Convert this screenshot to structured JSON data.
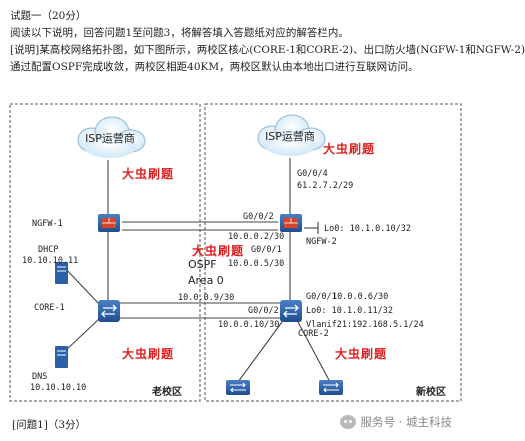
{
  "header": {
    "line1": "试题一（20分）",
    "line2": "阅读以下说明，回答问题1至问题3，将解答填入答题纸对应的解答栏内。",
    "line3": "[说明]某高校网络拓扑图，如下图所示，两校区核心(CORE-1和CORE-2)、出口防火墙(NGFW-1和NGFW-2)",
    "line4": "通过配置OSPF完成收敛，两校区相距40KM，两校区默认由本地出口进行互联网访问。"
  },
  "diagram": {
    "left_cloud_label": "ISP运营商",
    "right_cloud_label": "ISP运营商",
    "ngfw1_label": "NGFW-1",
    "ngfw2_label": "NGFW-2",
    "core1_label": "CORE-1",
    "core2_label": "CORE-2",
    "dhcp_label": "DHCP",
    "dhcp_ip": "10.10.10.11",
    "dns_label": "DNS",
    "dns_ip": "10.10.10.10",
    "ngfw2_g004": "G0/0/4",
    "ngfw2_g004_ip": "61.2.7.2/29",
    "lo0_ngfw2": "Lo0: 10.1.0.10/32",
    "ngfw2_g002": "G0/0/2",
    "link_top_ip": "10.0.0.2/30",
    "ngfw2_g001": "G0/0/1",
    "link_mid_ip": "10.0.0.5/30",
    "ospf": "OSPF",
    "area": "Area 0",
    "core2_g001": "G0/0/1",
    "core2_g001_ip": "10.0.0.6/30",
    "core2_lo0": "Lo0: 10.1.0.11/32",
    "core2_vlanif": "Vlanif21:192.168.5.1/24",
    "link_bot_ip1": "10.0.0.9/30",
    "core2_g002": "G0/0/2",
    "link_bot_ip2": "10.0.0.10/30",
    "old_campus": "老校区",
    "new_campus": "新校区",
    "watermark_text": "大虫刷题"
  },
  "footer": {
    "question": "[问题1]（3分）",
    "account": "服务号 · 城主科技"
  },
  "colors": {
    "watermark": "#e02020",
    "device_body": "#2b5fa6",
    "firewall_brick": "#d9452a"
  }
}
